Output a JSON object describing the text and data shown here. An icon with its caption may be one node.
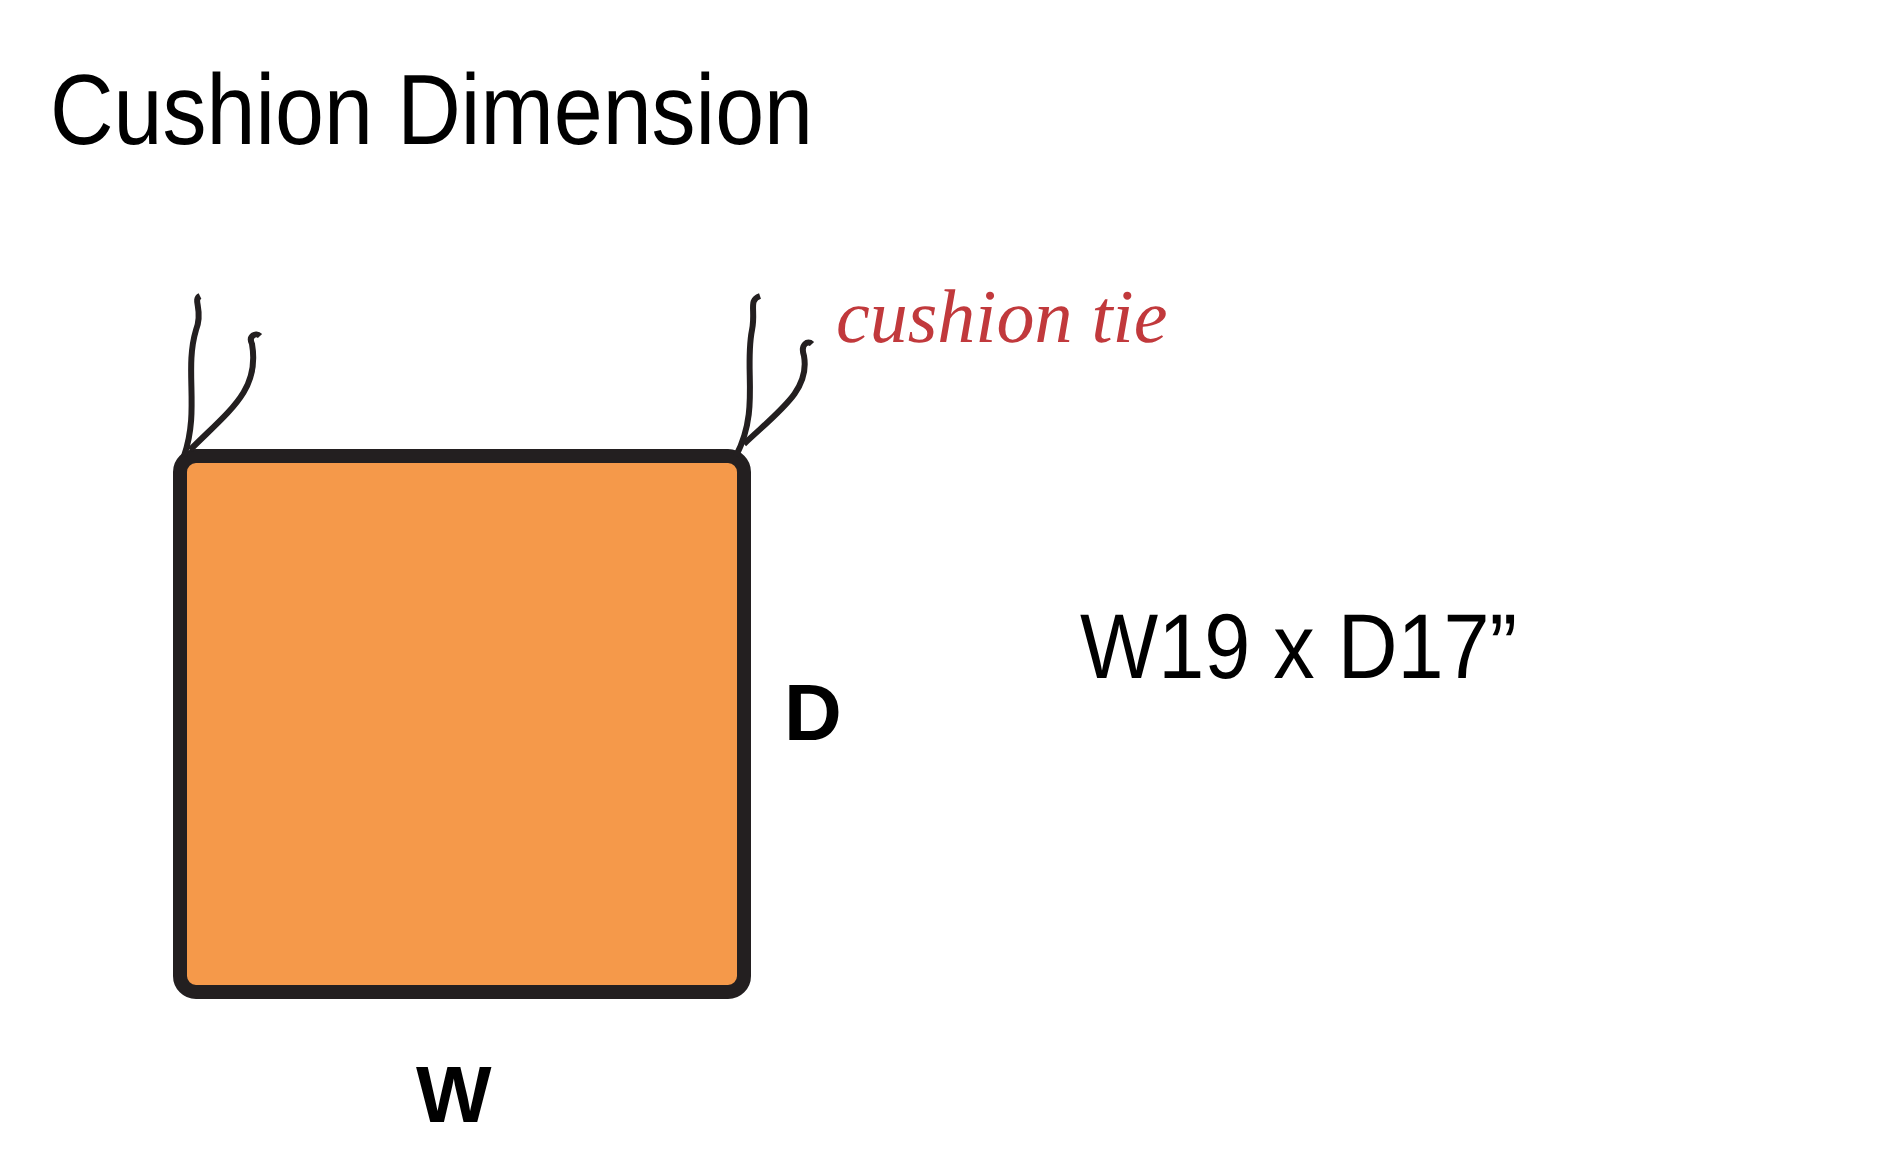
{
  "diagram": {
    "title": "Cushion Dimension",
    "labels": [
      "cushion tie",
      "W19 x D17”",
      "D",
      "W"
    ]
  }
}
